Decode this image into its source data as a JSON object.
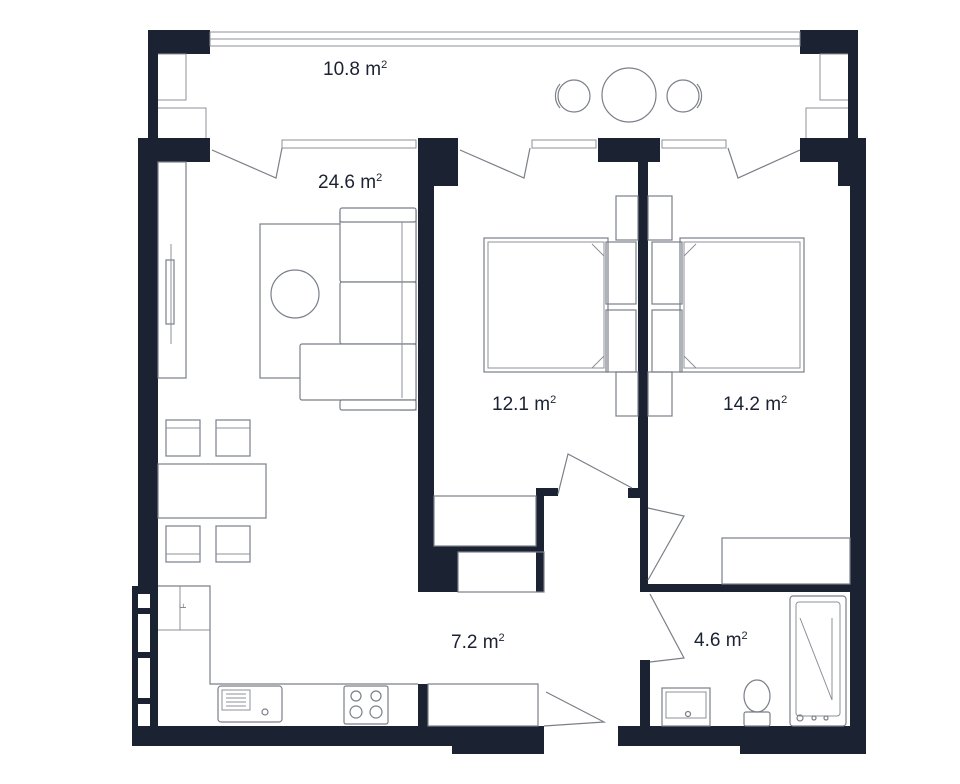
{
  "plan": {
    "wall_color": "#1b2231",
    "line_color": "#7a7f88",
    "background": "#ffffff"
  },
  "rooms": [
    {
      "id": "terrace",
      "area_value": "10.8 m",
      "unit_power": "2"
    },
    {
      "id": "living",
      "area_value": "24.6 m",
      "unit_power": "2"
    },
    {
      "id": "bedroom1",
      "area_value": "12.1 m",
      "unit_power": "2"
    },
    {
      "id": "bedroom2",
      "area_value": "14.2 m",
      "unit_power": "2"
    },
    {
      "id": "hallway",
      "area_value": "7.2 m",
      "unit_power": "2"
    },
    {
      "id": "bathroom",
      "area_value": "4.6 m",
      "unit_power": "2"
    }
  ],
  "fridge_label": "F"
}
